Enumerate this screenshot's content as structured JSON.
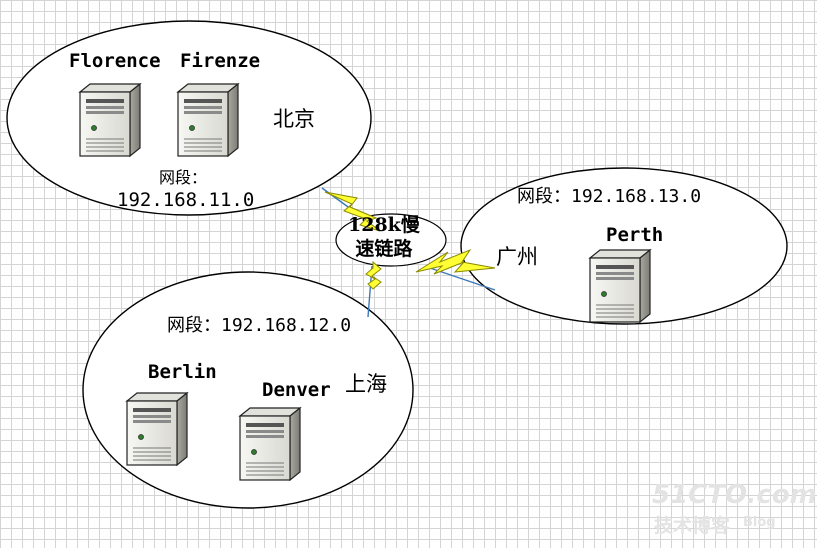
{
  "links": {
    "slow_link_line1": "128k慢",
    "slow_link_line2": "速链路"
  },
  "sites": {
    "beijing": {
      "city": "北京",
      "net_prefix": "网段：",
      "net_addr": "192.168.11.0",
      "servers": [
        "Florence",
        "Firenze"
      ]
    },
    "guangzhou": {
      "city": "广州",
      "net_label": "网段：192.168.13.0",
      "servers": [
        "Perth"
      ]
    },
    "shanghai": {
      "city": "上海",
      "net_label": "网段：192.168.12.0",
      "servers": [
        "Berlin",
        "Denver"
      ]
    }
  },
  "watermark": {
    "site": "51CTO.com",
    "tagline": "技术博客",
    "sub": "Blog"
  },
  "colors": {
    "lightning_fill": "#ffff33",
    "lightning_stroke": "#8a8a00",
    "line": "#3a78b8",
    "ellipse_fill": "#ffffff"
  }
}
